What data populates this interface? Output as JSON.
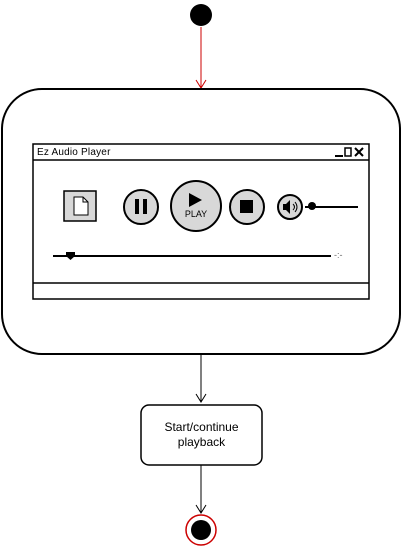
{
  "player": {
    "title": "Ez Audio Player",
    "play_label": "PLAY",
    "time_display": "-:-",
    "volume_level": 0.0,
    "progress_level": 0.0,
    "window_controls": [
      "minimize-icon",
      "maximize-icon",
      "close-icon"
    ],
    "buttons": [
      "file-icon",
      "pause-icon",
      "play-icon",
      "stop-icon",
      "volume-icon"
    ]
  },
  "flow": {
    "action_label": "Start/continue\nplayback",
    "arrow_color_top": "#cc0000",
    "arrow_color": "#000000",
    "final_ring_color": "#cc0000"
  }
}
